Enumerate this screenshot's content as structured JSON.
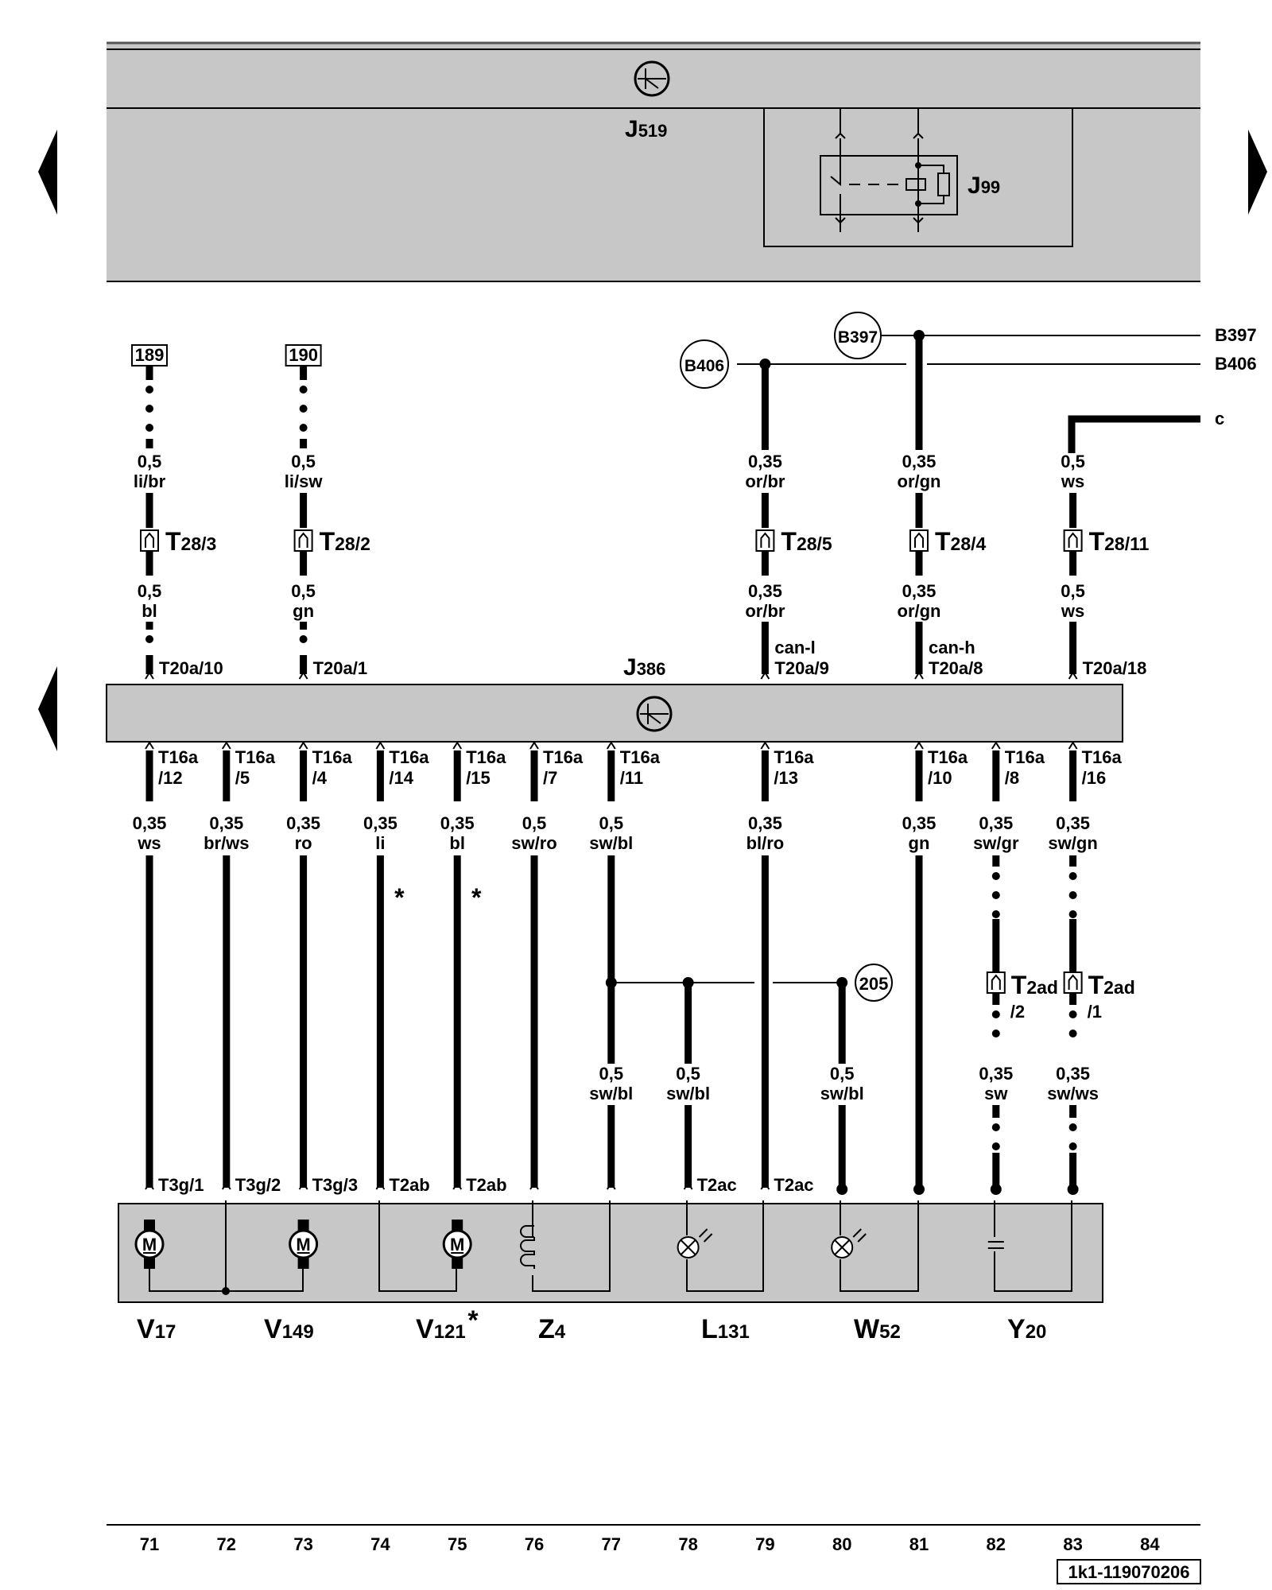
{
  "modules": {
    "upper": {
      "name": "J",
      "sub": "519"
    },
    "relay": {
      "name": "J",
      "sub": "99"
    },
    "middle": {
      "name": "J",
      "sub": "386"
    }
  },
  "bus": {
    "b397": {
      "circle": "B397",
      "right": "B397"
    },
    "b406": {
      "circle": "B406",
      "right": "B406"
    },
    "c": "c"
  },
  "refs": [
    "189",
    "190",
    "205"
  ],
  "wires_top": [
    {
      "col": 71,
      "ref": "189",
      "size_a": "0,5",
      "color_a": "li/br",
      "conn": "T",
      "conn_sub": "28/3",
      "size_b": "0,5",
      "color_b": "bl",
      "pin": "T20a/10",
      "dashed": true
    },
    {
      "col": 73,
      "ref": "190",
      "size_a": "0,5",
      "color_a": "li/sw",
      "conn": "T",
      "conn_sub": "28/2",
      "size_b": "0,5",
      "color_b": "gn",
      "pin": "T20a/1",
      "dashed": true
    },
    {
      "col": 79,
      "size_a": "0,35",
      "color_a": "or/br",
      "conn": "T",
      "conn_sub": "28/5",
      "size_b": "0,35",
      "color_b": "or/br",
      "pin_note": "can-l",
      "pin": "T20a/9"
    },
    {
      "col": 81,
      "size_a": "0,35",
      "color_a": "or/gn",
      "conn": "T",
      "conn_sub": "28/4",
      "size_b": "0,35",
      "color_b": "or/gn",
      "pin_note": "can-h",
      "pin": "T20a/8"
    },
    {
      "col": 83,
      "size_a": "0,5",
      "color_a": "ws",
      "conn": "T",
      "conn_sub": "28/11",
      "size_b": "0,5",
      "color_b": "ws",
      "pin": "T20a/18"
    }
  ],
  "wires_bottom": [
    {
      "col": 71,
      "pin_a": "T16a",
      "pin_b": "/12",
      "size": "0,35",
      "color": "ws",
      "end": "T3g/1"
    },
    {
      "col": 72,
      "pin_a": "T16a",
      "pin_b": "/5",
      "size": "0,35",
      "color": "br/ws",
      "end": "T3g/2"
    },
    {
      "col": 73,
      "pin_a": "T16a",
      "pin_b": "/4",
      "size": "0,35",
      "color": "ro",
      "end": "T3g/3"
    },
    {
      "col": 74,
      "pin_a": "T16a",
      "pin_b": "/14",
      "size": "0,35",
      "color": "li",
      "end": "T2ab",
      "star": "*"
    },
    {
      "col": 75,
      "pin_a": "T16a",
      "pin_b": "/15",
      "size": "0,35",
      "color": "bl",
      "end": "T2ab",
      "star": "*"
    },
    {
      "col": 76,
      "pin_a": "T16a",
      "pin_b": "/7",
      "size": "0,5",
      "color": "sw/ro",
      "end": ""
    },
    {
      "col": 77,
      "pin_a": "T16a",
      "pin_b": "/11",
      "size": "0,5",
      "color": "sw/bl",
      "end": ""
    },
    {
      "col": 79,
      "pin_a": "T16a",
      "pin_b": "/13",
      "size": "0,35",
      "color": "bl/ro",
      "end": "T2ac"
    },
    {
      "col": 81,
      "pin_a": "T16a",
      "pin_b": "/10",
      "size": "0,35",
      "color": "gn",
      "end": ""
    },
    {
      "col": 82,
      "pin_a": "T16a",
      "pin_b": "/8",
      "size": "0,35",
      "color": "sw/gr",
      "end": ""
    },
    {
      "col": 83,
      "pin_a": "T16a",
      "pin_b": "/16",
      "size": "0,35",
      "color": "sw/gn",
      "end": ""
    }
  ],
  "branch": [
    {
      "col": 77,
      "size": "0,5",
      "color": "sw/bl"
    },
    {
      "col": 78,
      "size": "0,5",
      "color": "sw/bl",
      "end": "T2ac"
    },
    {
      "col": 80,
      "size": "0,5",
      "color": "sw/bl"
    }
  ],
  "t2ad": [
    {
      "col": 82,
      "conn": "T",
      "conn_sub": "2ad",
      "pin": "/2",
      "size": "0,35",
      "color": "sw"
    },
    {
      "col": 83,
      "conn": "T",
      "conn_sub": "2ad",
      "pin": "/1",
      "size": "0,35",
      "color": "sw/ws"
    }
  ],
  "components": [
    {
      "col": 71,
      "name": "V",
      "sub": "17",
      "symbol": "motor"
    },
    {
      "col": 73,
      "name": "V",
      "sub": "149",
      "symbol": "motor"
    },
    {
      "col": 75,
      "name": "V",
      "sub": "121",
      "star": "*",
      "symbol": "motor"
    },
    {
      "col": 76,
      "name": "Z",
      "sub": "4",
      "symbol": "heater"
    },
    {
      "col": 78,
      "name": "L",
      "sub": "131",
      "symbol": "lamp"
    },
    {
      "col": 80,
      "name": "W",
      "sub": "52",
      "symbol": "lamp"
    },
    {
      "col": 82,
      "name": "Y",
      "sub": "20",
      "symbol": "capacitor"
    }
  ],
  "motor_letter": "M",
  "columns": [
    "71",
    "72",
    "73",
    "74",
    "75",
    "76",
    "77",
    "78",
    "79",
    "80",
    "81",
    "82",
    "83",
    "84"
  ],
  "footer_code": "1k1-119070206",
  "colors": {
    "panel": "#c7c7c7",
    "line": "#000000",
    "background": "#ffffff"
  }
}
